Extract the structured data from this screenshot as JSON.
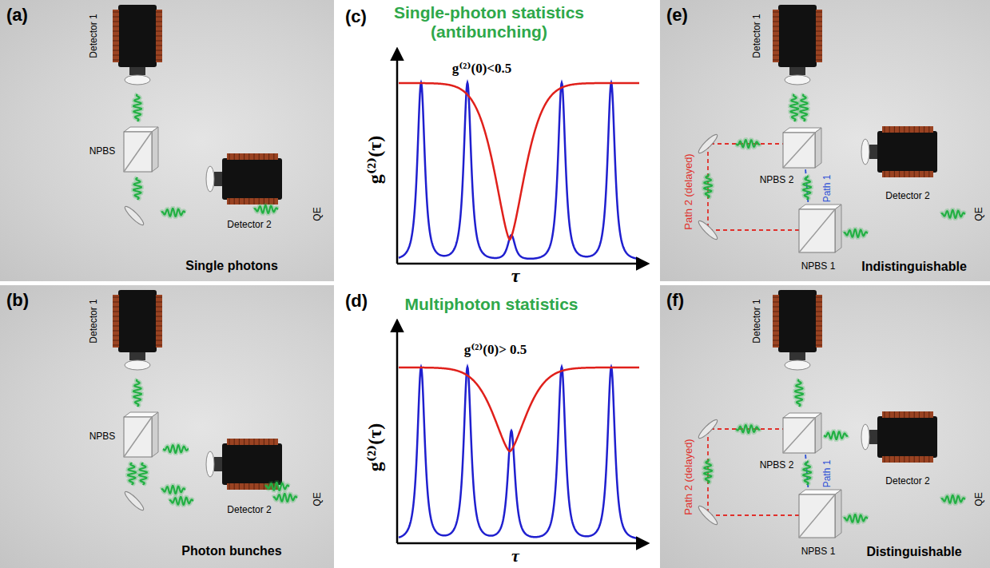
{
  "diagram": {
    "nodes": [
      {
        "text": [
          "(a)",
          "Detector 1",
          "NPBS",
          "Detector 2",
          "QE",
          "Single photons"
        ]
      },
      {
        "text": [
          "(e)",
          "Detector 1",
          "Path 2 (delayed)",
          "NPBS 2",
          "Path 1",
          "Detector 2",
          "NPBS 1",
          "QE",
          "Indistinguishable"
        ]
      },
      {
        "text": [
          "(b)",
          "Detector 1",
          "NPBS",
          "Detector 2",
          "QE",
          "Photon bunches"
        ]
      },
      {
        "text": [
          "(f)",
          "Detector 1",
          "Path 2 (delayed)",
          "NPBS 2",
          "Path 1",
          "Detector 2",
          "NPBS 1",
          "QE",
          "Distinguishable"
        ]
      }
    ],
    "labels": [
      "(c)",
      "Single-photon statistics (antibunching)",
      "g⁽²⁾(0)<0.5",
      "g⁽²⁾(τ)",
      "τ",
      "(d)",
      "Multiphoton statistics",
      "g⁽²⁾(0)> 0.5",
      "g⁽²⁾(τ)",
      "τ"
    ]
  }
}
